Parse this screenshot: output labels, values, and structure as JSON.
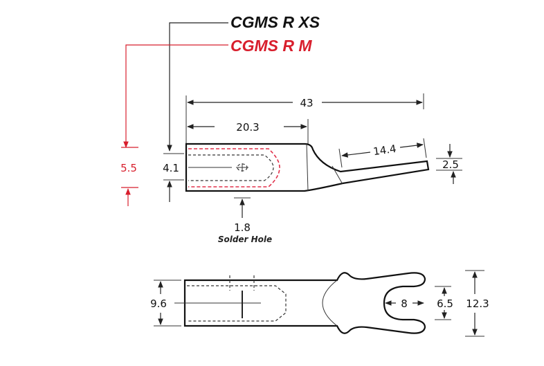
{
  "titles": {
    "model_xs": "CGMS R XS",
    "model_m": "CGMS R M",
    "color_xs": "#111111",
    "color_m": "#d81e2c"
  },
  "dimensions": {
    "overall_length": "43",
    "barrel_length": "20.3",
    "tongue_length": "14.4",
    "tongue_thickness": "2.5",
    "inner_dia_m": "5.5",
    "inner_dia_xs": "4.1",
    "solder_hole": "1.8",
    "solder_hole_label": "Solder Hole",
    "barrel_width": "9.6",
    "fork_slot": "8",
    "fork_inner": "6.5",
    "fork_outer": "12.3"
  }
}
